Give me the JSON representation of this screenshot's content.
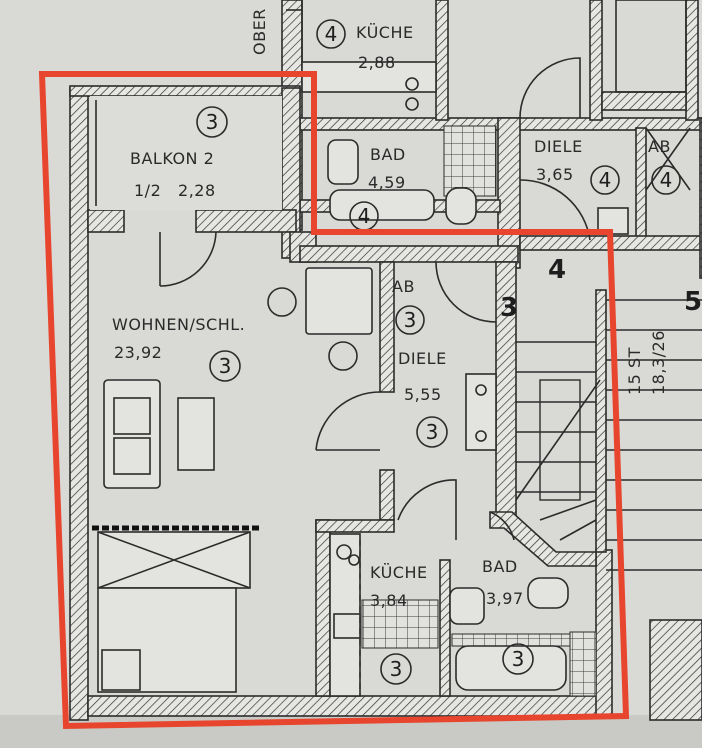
{
  "rooms": {
    "balkon": {
      "name": "BALKON 2",
      "area": "1/2   2,28",
      "badge": "3"
    },
    "wohnen": {
      "name": "WOHNEN/SCHL.",
      "area": "23,92",
      "badge": "3"
    },
    "diele": {
      "name": "DIELE",
      "area": "5,55",
      "badge": "3"
    },
    "ab": {
      "name": "AB",
      "badge": "3"
    },
    "kueche": {
      "name": "KÜCHE",
      "area": "3,84",
      "badge": "3"
    },
    "bad": {
      "name": "BAD",
      "area": "3,97",
      "badge": "3"
    }
  },
  "neighbor": {
    "kueche": {
      "name": "KÜCHE",
      "area": "2,88",
      "badge": "4"
    },
    "bad": {
      "name": "BAD",
      "area": "4,59",
      "badge": "4"
    },
    "diele": {
      "name": "DIELE",
      "area": "3,65",
      "badge": "4"
    },
    "ab": {
      "name": "AB",
      "badge": "4"
    },
    "ober": "OBER"
  },
  "stairs": {
    "text_1": "15 ST",
    "text_2": "18,3/26"
  },
  "unit_numbers": {
    "left": "3",
    "top": "4",
    "right": "5"
  },
  "colors": {
    "paper": "#d9dad6",
    "ink": "#2b2b2b",
    "highlight": "#e8452e"
  }
}
